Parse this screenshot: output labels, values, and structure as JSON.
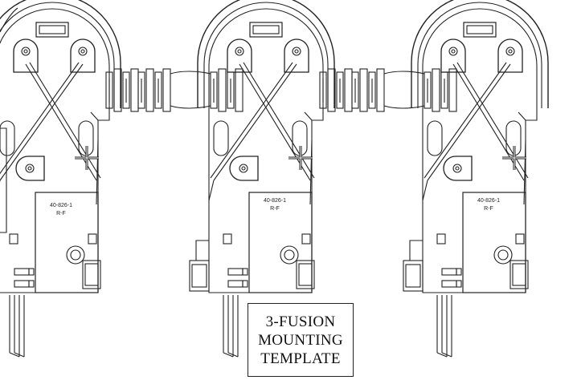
{
  "template": {
    "title_lines": [
      "3-FUSION",
      "MOUNTING",
      "TEMPLATE"
    ]
  },
  "units": [
    {
      "part_number": "40-826-1",
      "variant": "R-F"
    },
    {
      "part_number": "40-826-1",
      "variant": "R-F"
    },
    {
      "part_number": "40-826-1",
      "variant": "R-F"
    }
  ],
  "colors": {
    "line": "#222222",
    "background": "#ffffff"
  }
}
